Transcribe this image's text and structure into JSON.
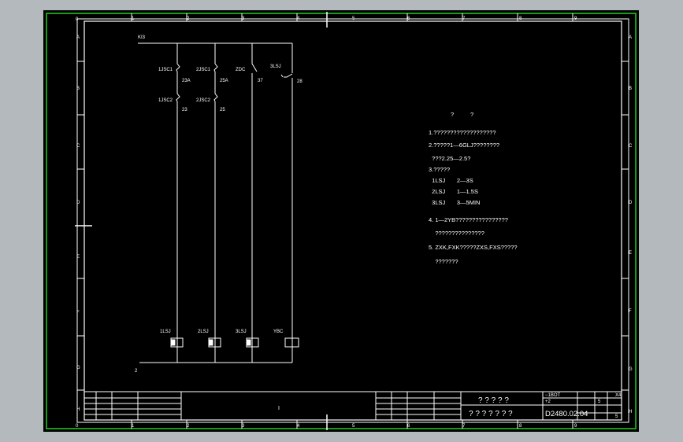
{
  "border": {
    "columns": [
      "0",
      "1",
      "2",
      "3",
      "4",
      "5",
      "6",
      "7",
      "8",
      "9"
    ],
    "rows_left": [
      "A",
      "B",
      "C",
      "D",
      "E",
      "F",
      "G",
      "H"
    ],
    "rows_right": [
      "A",
      "B",
      "C",
      "D",
      "E",
      "F",
      "G",
      "H"
    ]
  },
  "circuit": {
    "top_wire": "KI3",
    "bottom_wire": "2",
    "contacts_top": [
      {
        "tag": "1JSC1",
        "num": "23A"
      },
      {
        "tag": "2JSC1",
        "num": "25A"
      },
      {
        "tag": "ZDC",
        "num": "37"
      },
      {
        "tag": "3LSJ",
        "num": "28"
      }
    ],
    "contacts_mid": [
      {
        "tag": "1JSC2",
        "num": "23"
      },
      {
        "tag": "2JSC2",
        "num": "25"
      }
    ],
    "coils": [
      "1LSJ",
      "2LSJ",
      "3LSJ",
      "YBC"
    ]
  },
  "notes": {
    "heading": "?          ?",
    "lines": [
      "1.???????????????????",
      "2.?????1—6GLJ????????",
      "  ???2.25—2.5?",
      "3.?????",
      "  1LSJ       2—3S",
      "  2LSJ       1—1.5S",
      "  3LSJ       3—5MIN",
      "4. 1—2YB????????????????",
      "    ???????????????",
      "5. ZXK,FXK?????ZXS,FXS?????",
      "    ???????"
    ]
  },
  "title_block": {
    "title_top": "? ? ? ? ?",
    "title_bottom": "? ? ? ? ? ? ?",
    "drawing_no": "D2480.02.04",
    "cell_1": "−1BOT",
    "cell_2": "+2",
    "scale": "X4",
    "sheet_a": "5",
    "sheet_b": "5",
    "left_mark": "I"
  }
}
